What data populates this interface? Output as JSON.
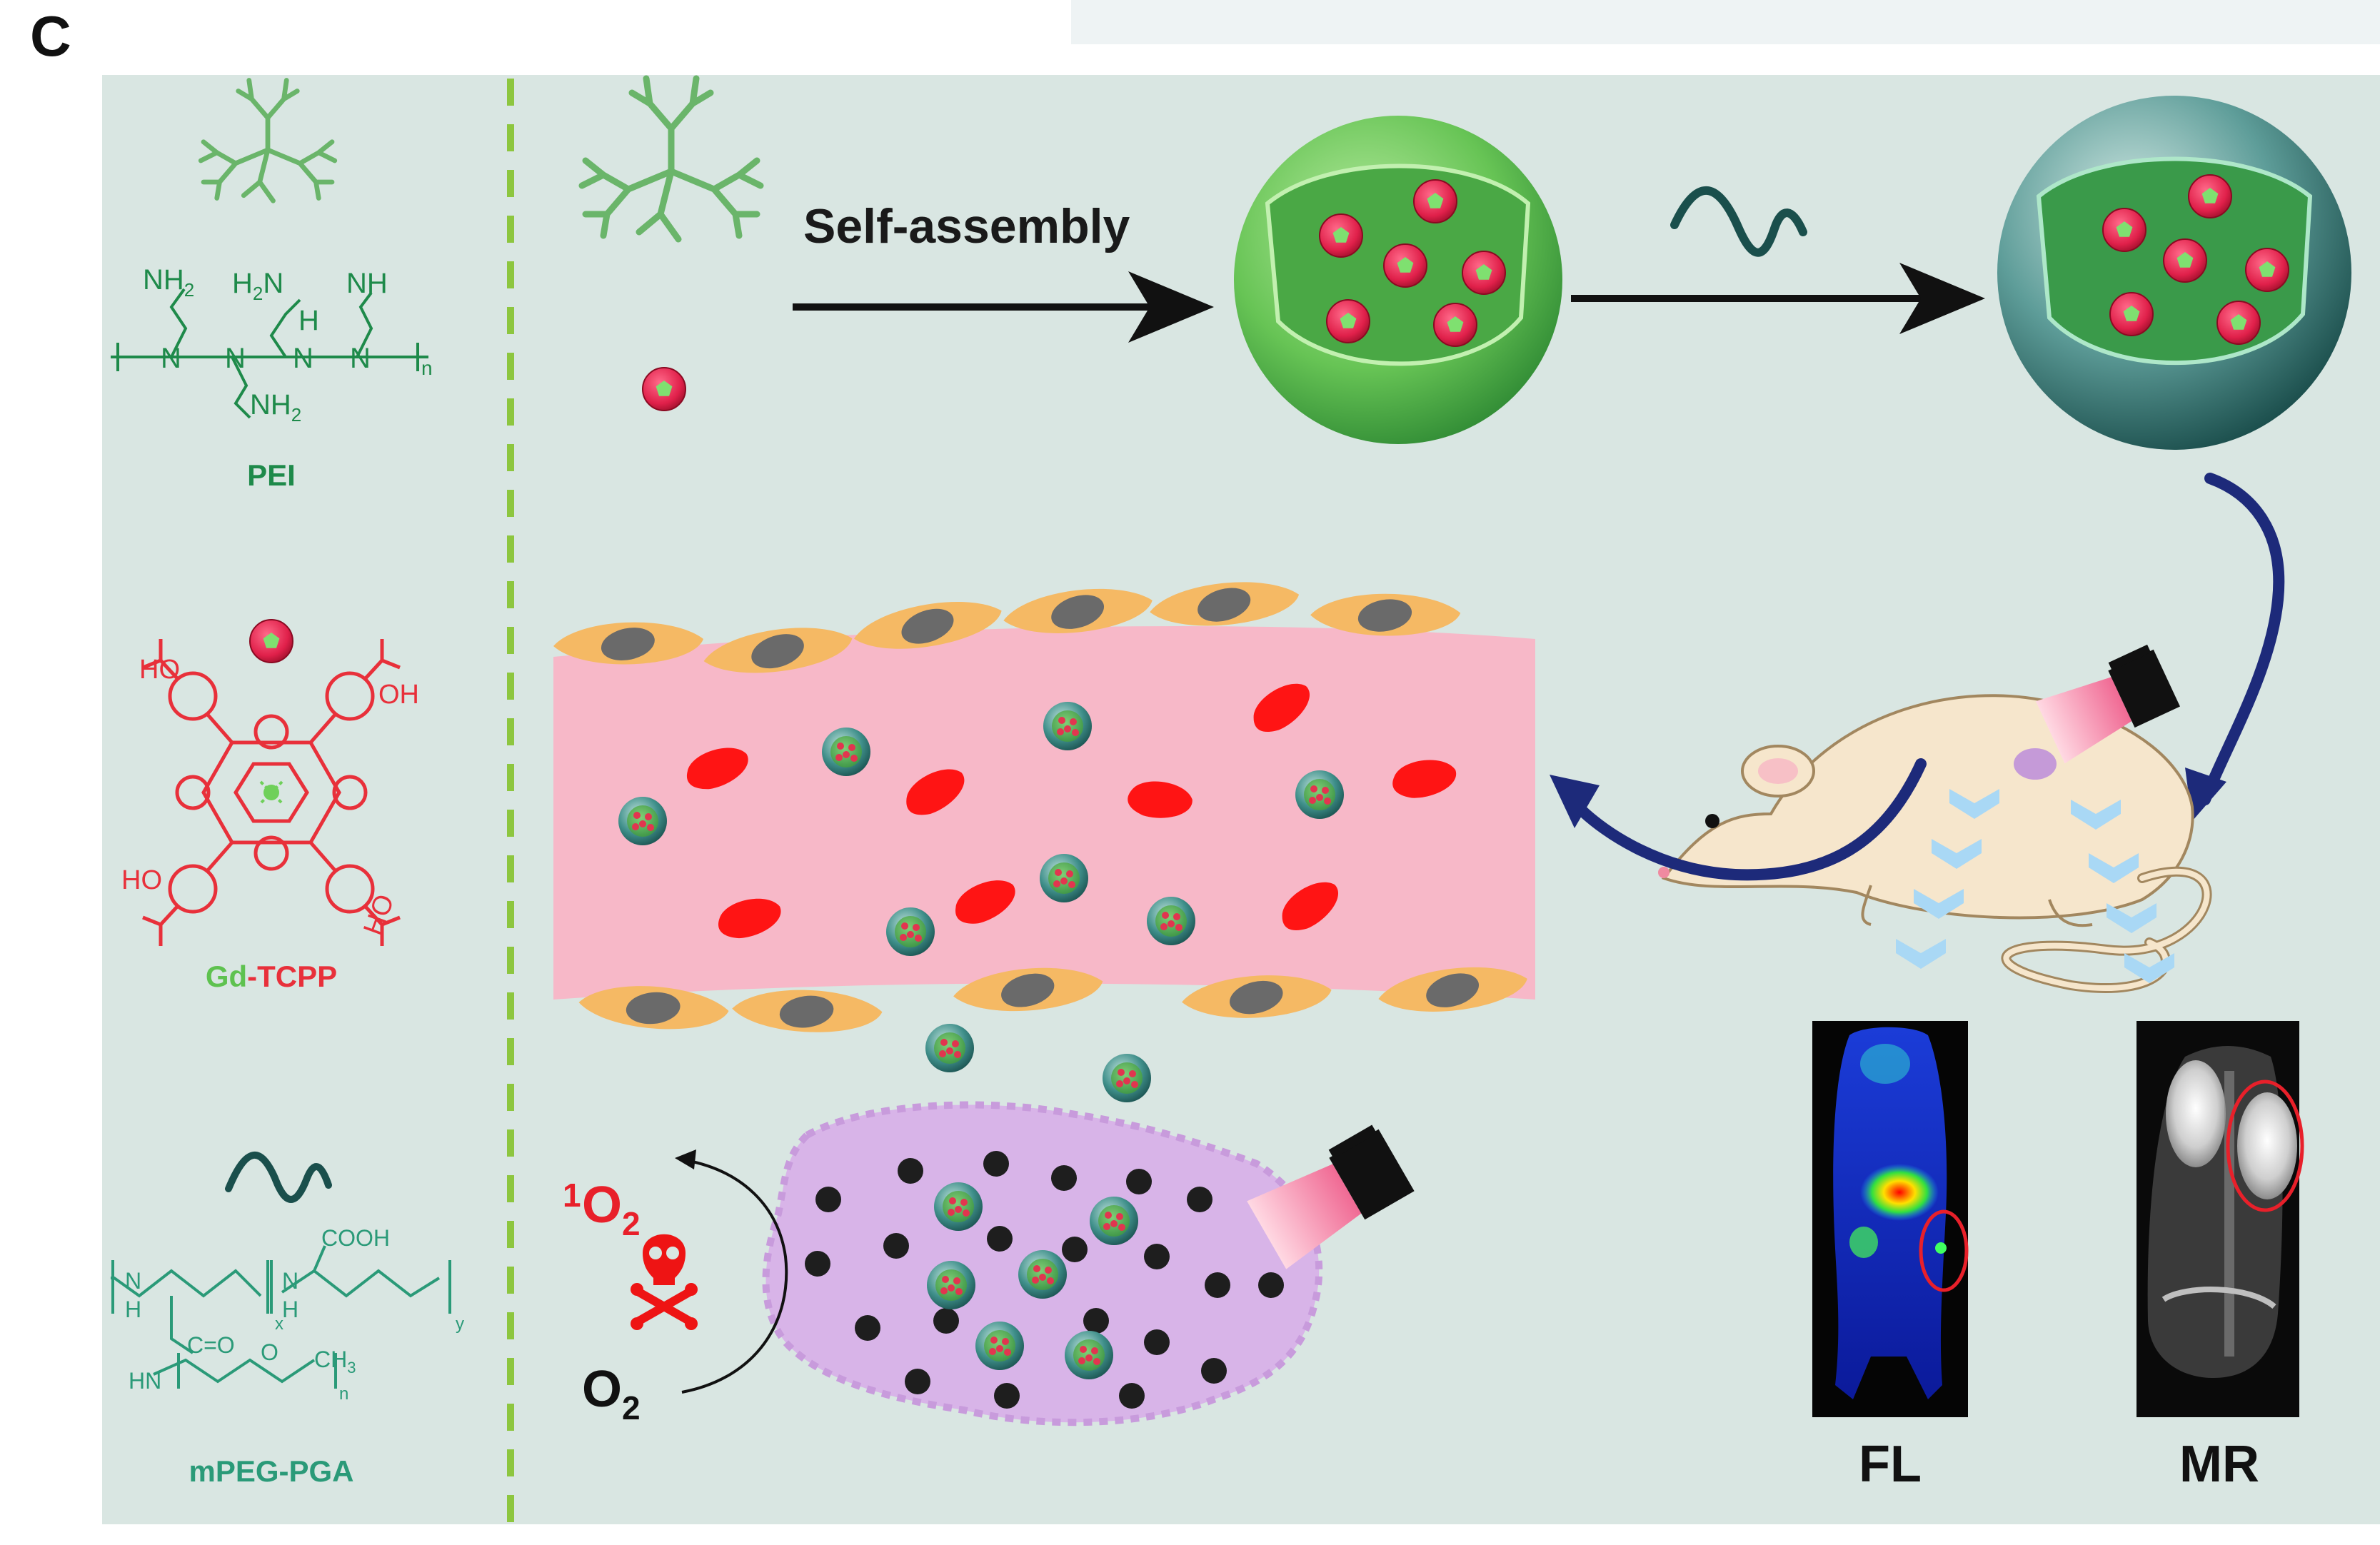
{
  "panel_letter": "C",
  "left_legend": {
    "pei_label": "PEI",
    "pei_formula": {
      "nh2_top_left": "NH",
      "nh2_top_left_sub": "2",
      "h2n": "H",
      "h2n_sub": "2",
      "h2n_n": "N",
      "nh_right": "NH",
      "n1": "N",
      "n2": "N",
      "h": "H",
      "n3": "N",
      "n4": "N",
      "n_sub": "n",
      "nh2_bottom": "NH",
      "nh2_bottom_sub": "2"
    },
    "gd_label_gd": "Gd",
    "gd_label_sep": "-",
    "gd_label_tcpp": "TCPP",
    "tcpp_formula": {
      "ho_tl": "HO",
      "oh_tr": "OH",
      "ho_bl": "HO",
      "oh_br": "HO"
    },
    "mpeg_label": "mPEG-PGA",
    "mpeg_formula": {
      "cooh": "COOH",
      "n": "N",
      "h": "H",
      "co": "C=O",
      "hn": "HN",
      "ch3": "CH",
      "ch3_sub": "3",
      "x": "x",
      "y": "y",
      "n_sub": "n",
      "o": "O"
    }
  },
  "process": {
    "self_assembly_label": "Self-assembly"
  },
  "oxygen": {
    "singlet_sup": "1",
    "singlet": "O",
    "singlet_sub": "2",
    "ground": "O",
    "ground_sub": "2"
  },
  "imaging": {
    "fl_label": "FL",
    "mr_label": "MR"
  },
  "colors": {
    "panel_bg": "#d9e6e2",
    "pei_green": "#1e8a4a",
    "dendrimer_green": "#6ab56a",
    "tcpp_red": "#e8303a",
    "gd_green": "#5ec24f",
    "mpeg_teal": "#2a9a78",
    "divider": "#8dc63f",
    "vessel_pink": "#f7b8c8",
    "cell_orange": "#f2b866",
    "rbc_red": "#ff1010",
    "tumor_purple": "#d8b4e8",
    "arrow_navy": "#1d2a7a"
  }
}
